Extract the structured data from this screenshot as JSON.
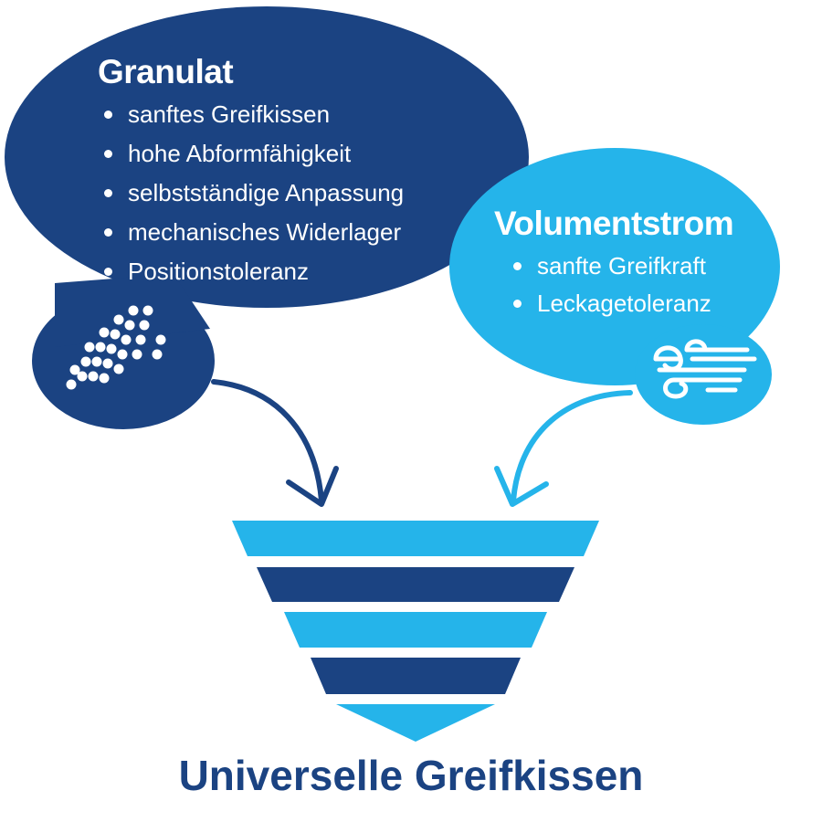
{
  "colors": {
    "dark_blue": "#1b4382",
    "light_blue": "#25b4ea",
    "white": "#ffffff"
  },
  "granulat": {
    "title": "Granulat",
    "items": [
      "sanftes Greifkissen",
      "hohe Abformfähigkeit",
      "selbstständige Anpassung",
      "mechanisches Widerlager",
      "Positionstoleranz"
    ],
    "icon": "granules-icon"
  },
  "volumenstrom": {
    "title": "Volumentstrom",
    "items": [
      "sanfte Greifkraft",
      "Leckagetoleranz"
    ],
    "icon": "wind-icon"
  },
  "result": {
    "title": "Universelle Greifkissen",
    "icon": "funnel-icon"
  }
}
